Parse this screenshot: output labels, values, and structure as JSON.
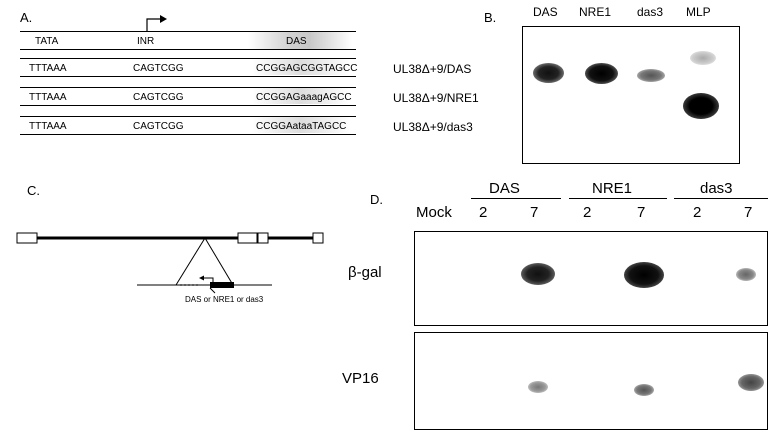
{
  "panel_a": {
    "label": "A.",
    "header": {
      "tata": "TATA",
      "inr": "INR",
      "das": "DAS"
    },
    "rows": [
      {
        "tata_seq": "TTTAAA",
        "inr_seq": "CAGTCGG",
        "das_seq": "CCGGAGCGGTAGCC",
        "construct": "UL38Δ+9/DAS"
      },
      {
        "tata_seq": "TTTAAA",
        "inr_seq": "CAGTCGG",
        "das_seq": "CCGGAGaaagAGCC",
        "construct": "UL38Δ+9/NRE1"
      },
      {
        "tata_seq": "TTTAAA",
        "inr_seq": "CAGTCGG",
        "das_seq": "CCGGAataaTAGCC",
        "construct": "UL38Δ+9/das3"
      }
    ]
  },
  "panel_b": {
    "label": "B.",
    "lanes": [
      "DAS",
      "NRE1",
      "das3",
      "MLP"
    ]
  },
  "panel_c": {
    "label": "C.",
    "insert_label": "DAS or NRE1 or das3"
  },
  "panel_d": {
    "label": "D.",
    "mock_label": "Mock",
    "groups": [
      {
        "name": "DAS",
        "times": [
          "2",
          "7"
        ]
      },
      {
        "name": "NRE1",
        "times": [
          "2",
          "7"
        ]
      },
      {
        "name": "das3",
        "times": [
          "2",
          "7"
        ]
      }
    ],
    "blots": [
      {
        "label": "β-gal"
      },
      {
        "label": "VP16"
      }
    ]
  }
}
